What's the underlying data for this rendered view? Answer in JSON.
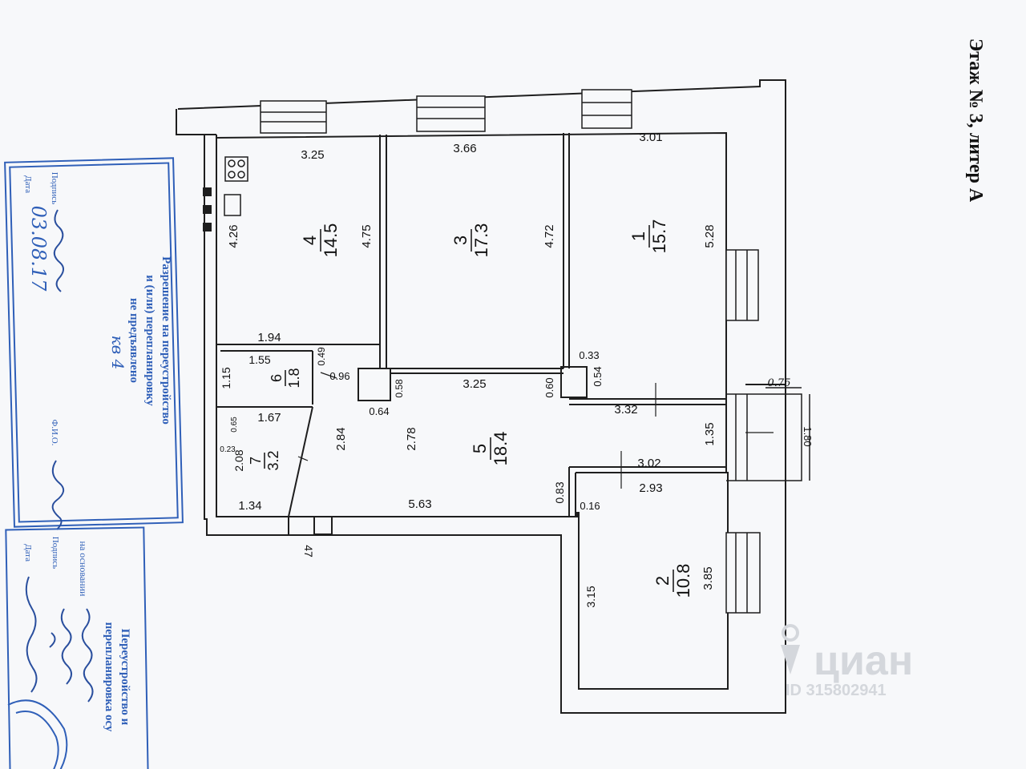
{
  "header": {
    "title": "Этаж № 3, литер А"
  },
  "rooms": [
    {
      "number": "4",
      "area": "14.5"
    },
    {
      "number": "3",
      "area": "17.3"
    },
    {
      "number": "1",
      "area": "15.7"
    },
    {
      "number": "6",
      "area": "1.8"
    },
    {
      "number": "7",
      "area": "3.2"
    },
    {
      "number": "5",
      "area": "18.4"
    },
    {
      "number": "2",
      "area": "10.8"
    }
  ],
  "dimensions": {
    "r4_top": "3.25",
    "r3_top": "3.66",
    "r1_top": "3.01",
    "r4_left": "4.26",
    "r4_right": "4.75",
    "r3_right": "4.72",
    "r1_right": "5.28",
    "r6_top": "1.94",
    "r6_inner": "1.55",
    "r6_side": "1.15",
    "r6_gap": "0.49",
    "d096": "0.96",
    "col_058": "0.58",
    "col_064": "0.64",
    "corr_325": "3.25",
    "col_060": "0.60",
    "d033": "0.33",
    "d054": "0.54",
    "d332": "3.32",
    "d135": "1.35",
    "r7_top": "1.67",
    "r7_065": "0.65",
    "r7_023": "0.23",
    "r7_208": "2.08",
    "d284": "2.84",
    "d278": "2.78",
    "d302": "3.02",
    "d293": "2.93",
    "d083": "0.83",
    "d016": "0.16",
    "d134": "1.34",
    "d563": "5.63",
    "r2_385": "3.85",
    "r2_315": "3.15",
    "balc_075": "0.75",
    "balc_180": "1.80",
    "d47": "47"
  },
  "stamp_left": {
    "lines": [
      "Разрешение на переустройство",
      "и (или) перепланировку",
      "не предъявлено"
    ],
    "podpis_label": "Подпись",
    "data_label": "Дата",
    "fio_label": "Ф.И.О.",
    "handwritten": [
      "кв 4",
      "03.08.17"
    ]
  },
  "stamp_right": {
    "lines": [
      "Переустройство и",
      "перепланировка осу"
    ],
    "osnovanie_label": "на основании",
    "podpis_label": "Подпись",
    "data_label": "Дата"
  },
  "watermark": {
    "brand": "циан",
    "id": "ID 315802941"
  },
  "colors": {
    "line": "#1e1e1e",
    "stamp": "#2f5fb8",
    "paper": "#f7f8fa",
    "watermark": "#d4d7dc"
  }
}
